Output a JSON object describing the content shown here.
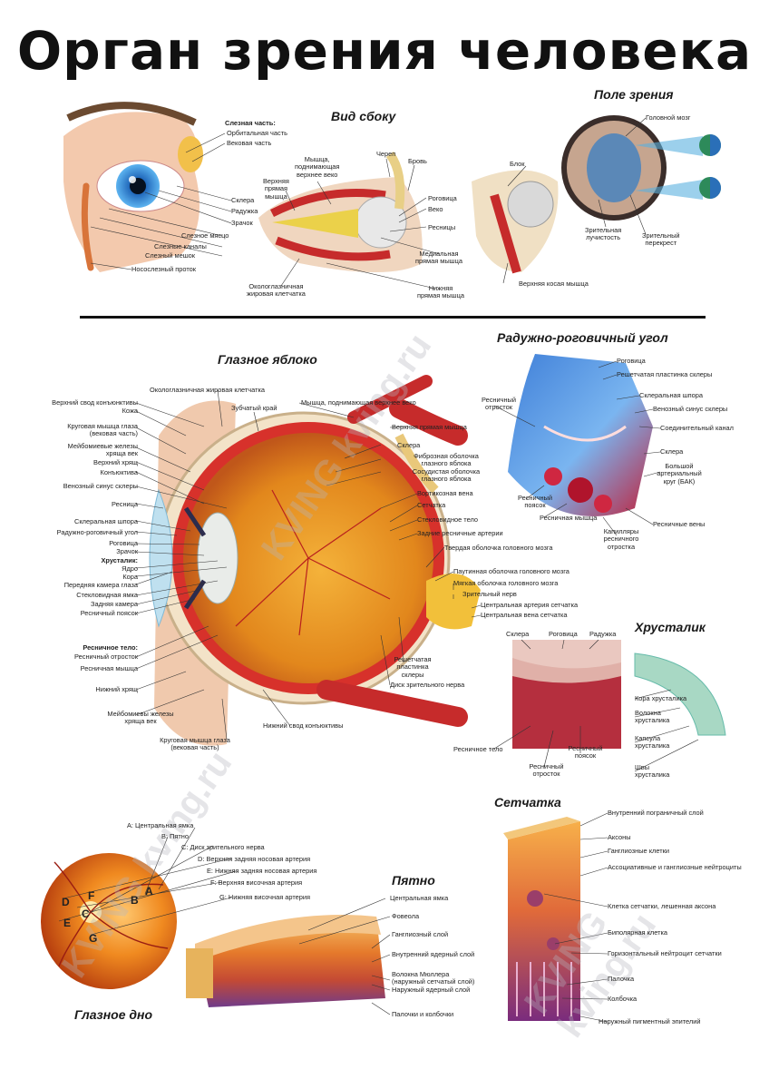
{
  "title": "Орган зрения человека",
  "sections": {
    "side_view": "Вид сбоку",
    "visual_field": "Поле зрения",
    "eyeball": "Глазное яблоко",
    "iridocorneal": "Радужно-роговичный угол",
    "lens": "Хрусталик",
    "retina": "Сетчатка",
    "macula": "Пятно",
    "fundus": "Глазное дно"
  },
  "watermark": "KVING kving.ru",
  "top_left": {
    "heading": "Слезная часть:",
    "labels": [
      "Орбитальная часть",
      "Вековая часть",
      "Склера",
      "Радужка",
      "Зрачок",
      "Слезное мясцо",
      "Слезные каналы",
      "Слезный мешок",
      "Носослезный проток"
    ]
  },
  "side_view_labels": [
    "Череп",
    "Бровь",
    "Мышца,\nподнимающая\nверхнее веко",
    "Верхняя\nпрямая\nмышца",
    "Роговица",
    "Веко",
    "Ресницы",
    "Медиальная\nпрямая мышца",
    "Нижняя\nпрямая мышца",
    "Окологлазничная\nжировая клетчатка",
    "Блок",
    "Верхняя косая мышца"
  ],
  "visual_field_labels": [
    "Головной мозг",
    "Зрительная\nлучистость",
    "Зрительный\nперекрест"
  ],
  "eyeball_labels": {
    "left": [
      "Верхний свод конъюнктивы",
      "Кожа",
      "Круговая мышца глаза\n(вековая часть)",
      "Мейбомиевые железы\nхряща век",
      "Верхний хрящ",
      "Конъюктива",
      "Венозный синус склеры",
      "Ресница",
      "Склеральная шпора",
      "Радужно-роговичный угол",
      "Роговица",
      "Зрачок",
      "Хрусталик:",
      "Ядро",
      "Кора",
      "Передняя камера глаза",
      "Стекловидная ямка",
      "Задняя камера",
      "Ресничный поясок",
      "Ресничное тело:",
      "Ресничный отросток",
      "Ресничная мышца",
      "Нижний хрящ",
      "Мейбомиевы железы\nхряща век",
      "Круговая мышца глаза\n(вековая часть)"
    ],
    "top": [
      "Окологлазничная жировая клетчатка",
      "Зубчатый край",
      "Мышца, поднимающая верхнее веко"
    ],
    "right": [
      "Верхняя прямая мышца",
      "Склера",
      "Фиброзная оболочка\nглазного яблока",
      "Сосудистая оболочка\nглазного яблока",
      "Вортикозная вена",
      "Сетчатка",
      "Стекловидное тело",
      "Задние ресничные артерии",
      "Твердая оболочка головного мозга",
      "Паутинная оболочка головного мозга",
      "Мягкая оболочка головного мозга",
      "Зрительный нерв",
      "Центральная артерия сетчатка",
      "Центральная вена сетчатка",
      "Решетчатая\nпластинка склеры",
      "Диск зрительного нерва",
      "Нижний свод конъюктивы"
    ]
  },
  "iridocorneal_labels": [
    "Роговица",
    "Решетчатая пластинка склеры",
    "Склеральная шпора",
    "Венозный синус склеры",
    "Соединительный канал",
    "Склера",
    "Большой\nартериальный\nкруг (БАК)",
    "Ресничный\nотросток",
    "Ресничный\nпоясок",
    "Ресничная мышца",
    "Ресничные вены",
    "Капилляры\nресничного\nотростка"
  ],
  "lens_labels": [
    "Склера",
    "Роговица",
    "Радужка",
    "Кора хрусталика",
    "Волокна\nхрусталика",
    "Капсула\nхрусталика",
    "Швы\nхрусталика",
    "Ресничное тело",
    "Ресничный\nотросток",
    "Ресничный\nпоясок"
  ],
  "fundus_labels": [
    "A: Центральная ямка",
    "B: Пятно",
    "C: Диск зрительного нерва",
    "D: Верхняя задняя носовая артерия",
    "E: Нижняя задняя носовая артерия",
    "F: Верхняя височная артерия",
    "G: Нижняя височная артерия"
  ],
  "fundus_letters": [
    "A",
    "B",
    "C",
    "D",
    "E",
    "F",
    "G"
  ],
  "macula_labels": [
    "Центральная ямка",
    "Фовеола",
    "Ганглиозный слой",
    "Внутренний ядерный слой",
    "Волокна Мюллера\n(наружный сетчатый слой)",
    "Наружный ядерный слой",
    "Палочки и колбочки"
  ],
  "retina_labels": [
    "Внутренний пограничный слой",
    "Аксоны",
    "Ганглиозные клетки",
    "Ассоциативные и ганглиозные нейтроциты",
    "Клетка сетчатки, лешенная аксона",
    "Биполярная клетка",
    "Горизонтальный нейтроцит сетчатки",
    "Палочка",
    "Колбочка",
    "Наружный пигментный эпителий"
  ]
}
